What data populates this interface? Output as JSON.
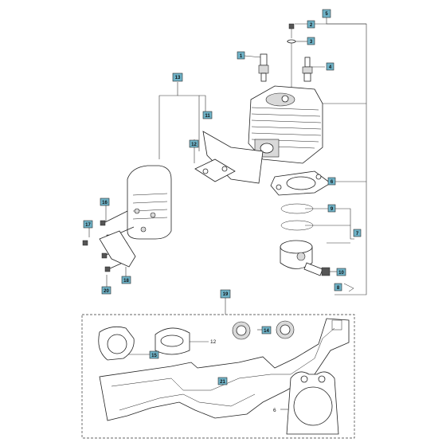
{
  "callouts": {
    "c1": "1",
    "c2": "2",
    "c3": "3",
    "c4": "4",
    "c5": "5",
    "c6": "6",
    "c7": "7",
    "c8": "8",
    "c9": "9",
    "c10": "10",
    "c11": "11",
    "c12": "12",
    "c13": "13",
    "c14": "14",
    "c15": "15",
    "c16": "16",
    "c17": "17",
    "c18": "18",
    "c19": "19",
    "c20": "20",
    "c21": "21"
  },
  "kit_labels": {
    "l12": "12",
    "l6": "6"
  },
  "colors": {
    "callout_fill": "#6fb3c8",
    "line": "#222222"
  }
}
